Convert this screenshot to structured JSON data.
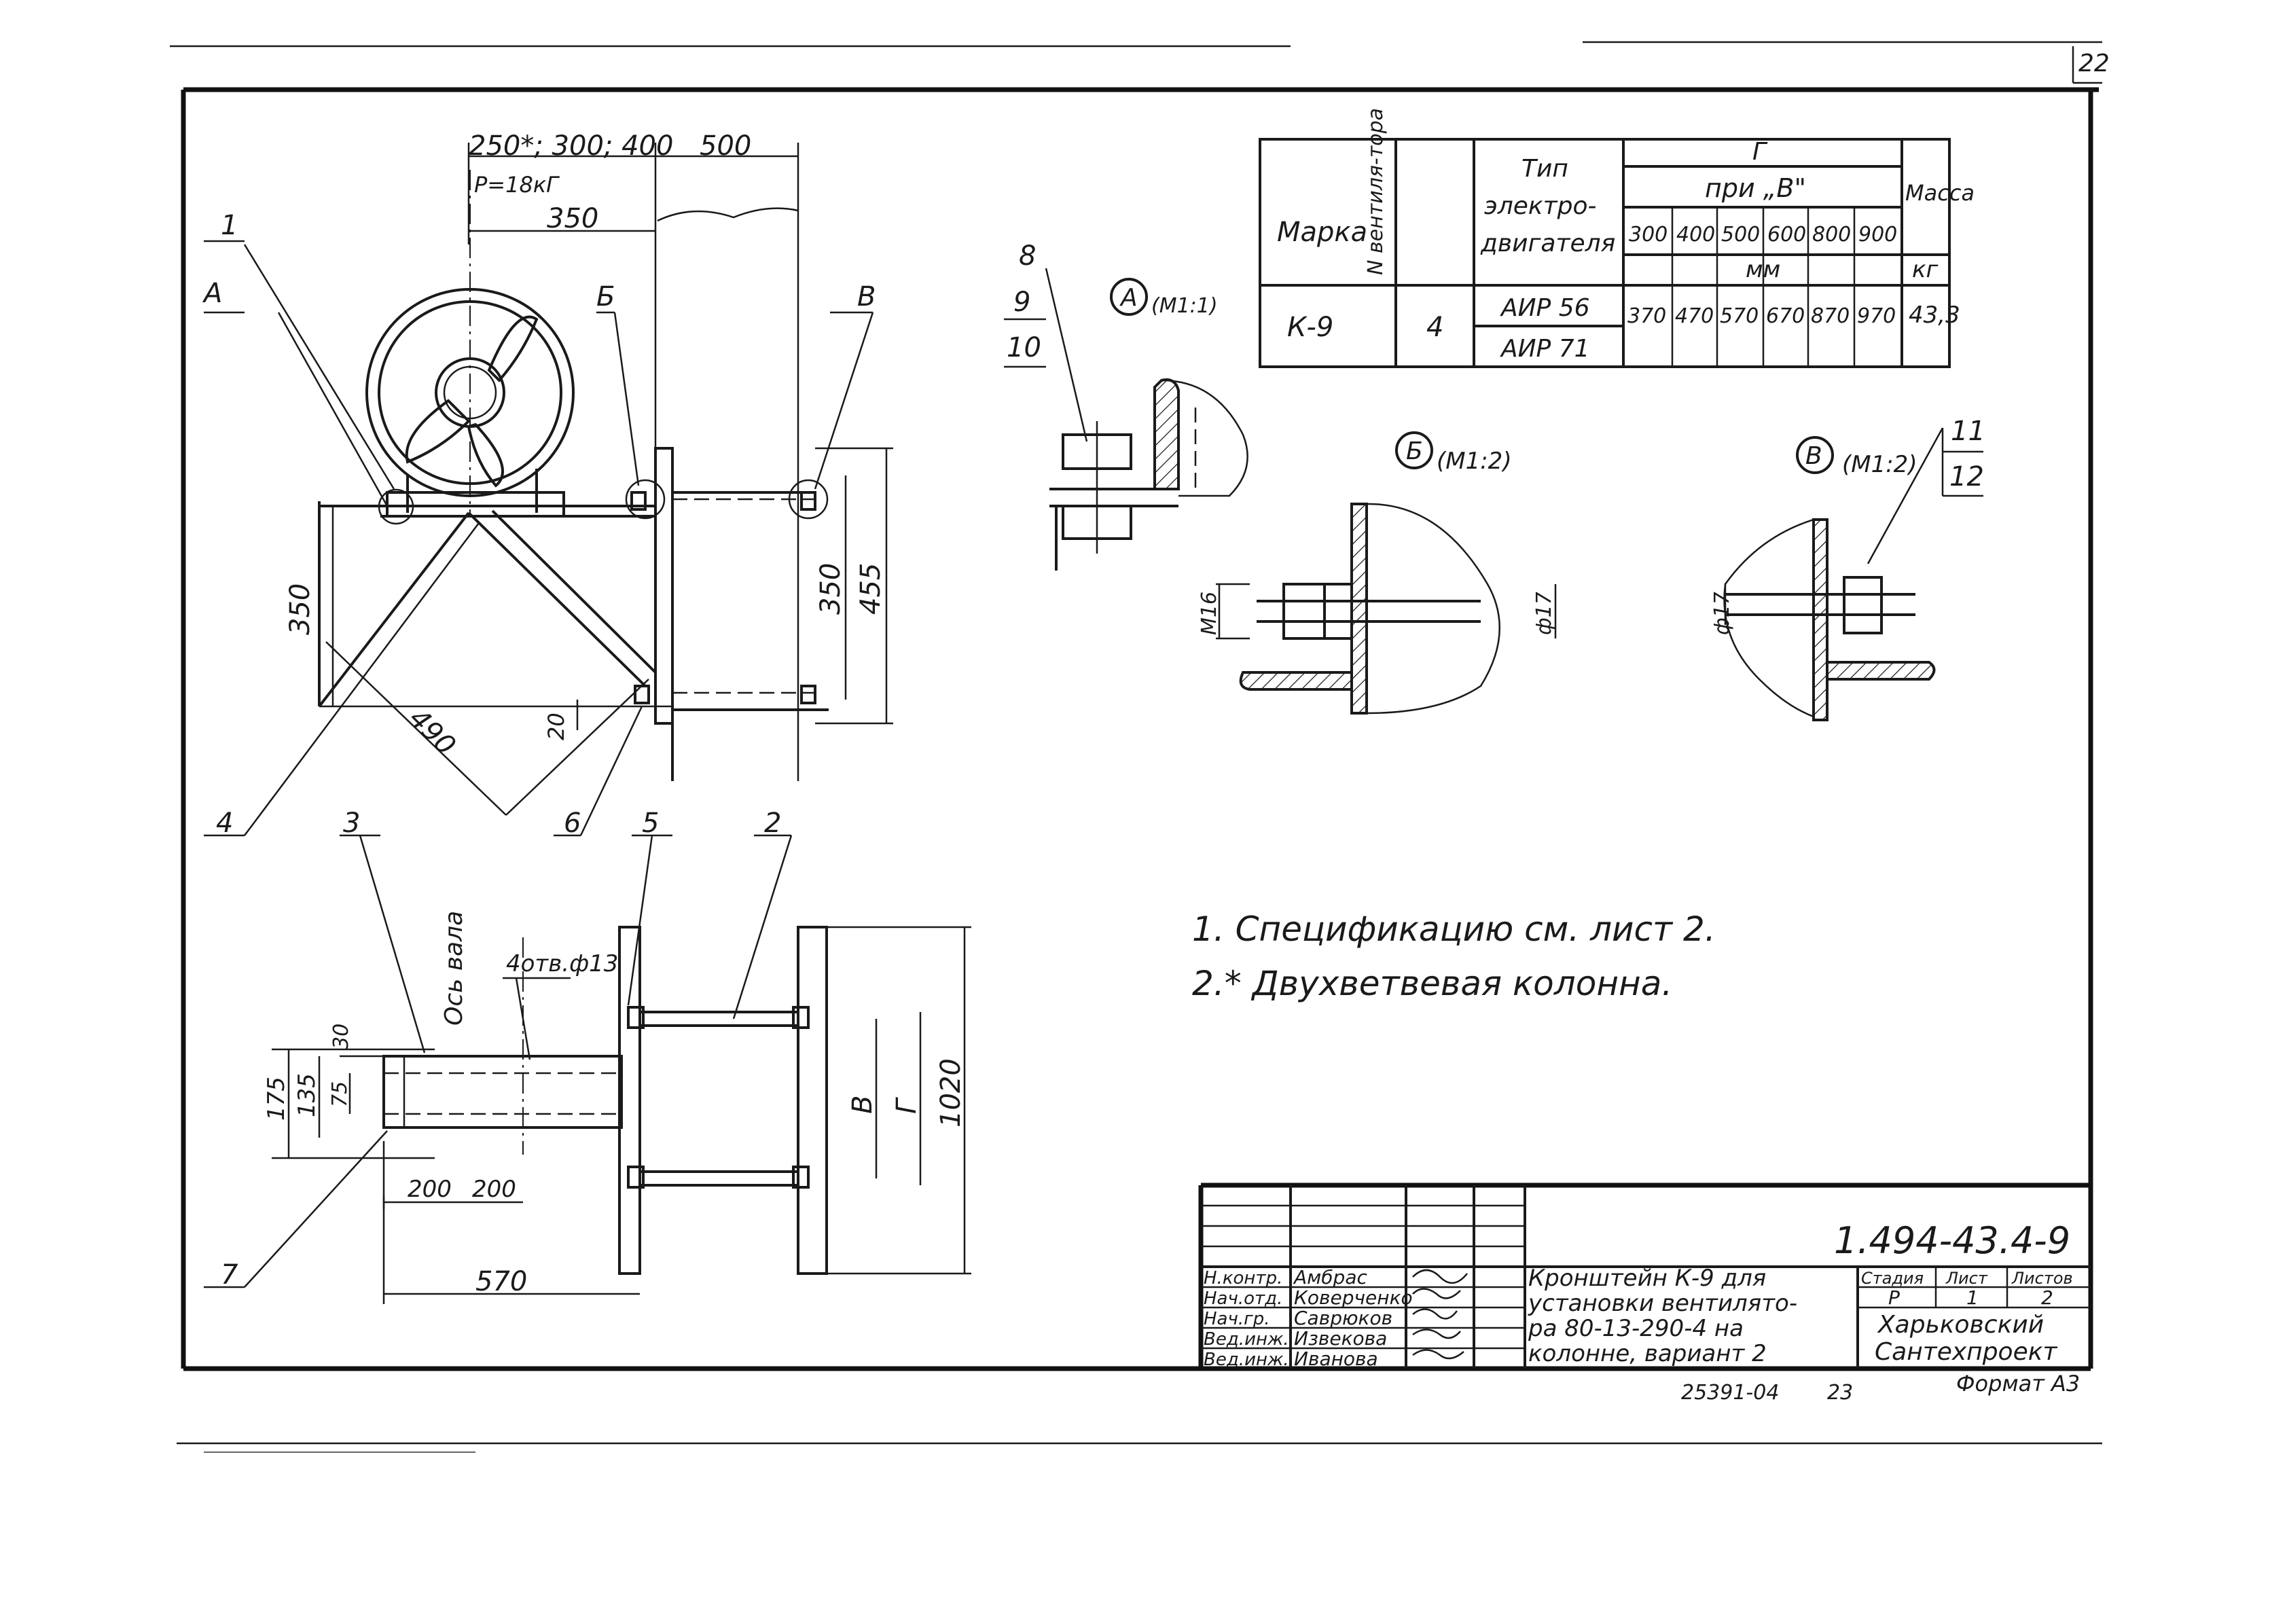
{
  "sheet": {
    "page_number": "22",
    "title_main": "1.494-43.4-9",
    "format": "Формат А3",
    "footer_number": "25391-04",
    "footer_page": "23"
  },
  "spec_table": {
    "col_mark": "Марка",
    "col_fan": "N вентиля-тора",
    "col_motor": [
      "Тип",
      "электро-",
      "двигателя"
    ],
    "col_g": "Г",
    "col_at_v": "при „В\"",
    "v_values": [
      "300",
      "400",
      "500",
      "600",
      "800",
      "900"
    ],
    "unit_mm": "мм",
    "col_mass": "Масса",
    "unit_kg": "кг",
    "row_mark": "К-9",
    "row_fan": "4",
    "row_motors": [
      "АИР 56",
      "АИР 71"
    ],
    "row_g_values": [
      "370",
      "470",
      "570",
      "670",
      "870",
      "970"
    ],
    "row_mass": "43,3"
  },
  "views": {
    "a": {
      "letter": "А",
      "scale": "(М1:1)"
    },
    "b": {
      "letter": "Б",
      "scale": "(М1:2)"
    },
    "v": {
      "letter": "В",
      "scale": "(М1:2)"
    }
  },
  "callouts": [
    "1",
    "2",
    "3",
    "4",
    "5",
    "6",
    "7",
    "8",
    "9",
    "10",
    "11",
    "12"
  ],
  "callout_letters": {
    "a": "А",
    "b": "Б",
    "v": "В"
  },
  "dimensions": {
    "top_span": "250*; 300; 400",
    "top_500": "500",
    "load": "Р=18кГ",
    "d350_top": "350",
    "d350_left": "350",
    "d350_right": "350",
    "d455": "455",
    "d490": "490",
    "d20": "20",
    "m16": "М16",
    "d17_b": "ф17",
    "d17_v": "ф17",
    "shaft_axis": "Ось вала",
    "holes": "4отв.ф13",
    "d30": "30",
    "d175": "175",
    "d135": "135",
    "d75": "75",
    "d200a": "200",
    "d200b": "200",
    "d570": "570",
    "d1020": "1020",
    "dim_v": "В",
    "dim_g": "Г"
  },
  "notes": [
    "1. Спецификацию см. лист 2.",
    "2.* Двухветвевая колонна."
  ],
  "title_block": {
    "roles": [
      "Н.контр.",
      "Нач.отд.",
      "Нач.гр.",
      "Вед.инж.",
      "Вед.инж."
    ],
    "names": [
      "Амбрас",
      "Коверченко",
      "Саврюков",
      "Извекова",
      "Иванова"
    ],
    "drawing_title": [
      "Кронштейн К-9 для",
      "установки вентилято-",
      "ра 80-13-290-4 на",
      "колонне, вариант 2"
    ],
    "stage_label": "Стадия",
    "sheet_label": "Лист",
    "sheets_label": "Листов",
    "stage": "Р",
    "sheet": "1",
    "sheets": "2",
    "org": [
      "Харьковский",
      "Сантехпроект"
    ]
  }
}
